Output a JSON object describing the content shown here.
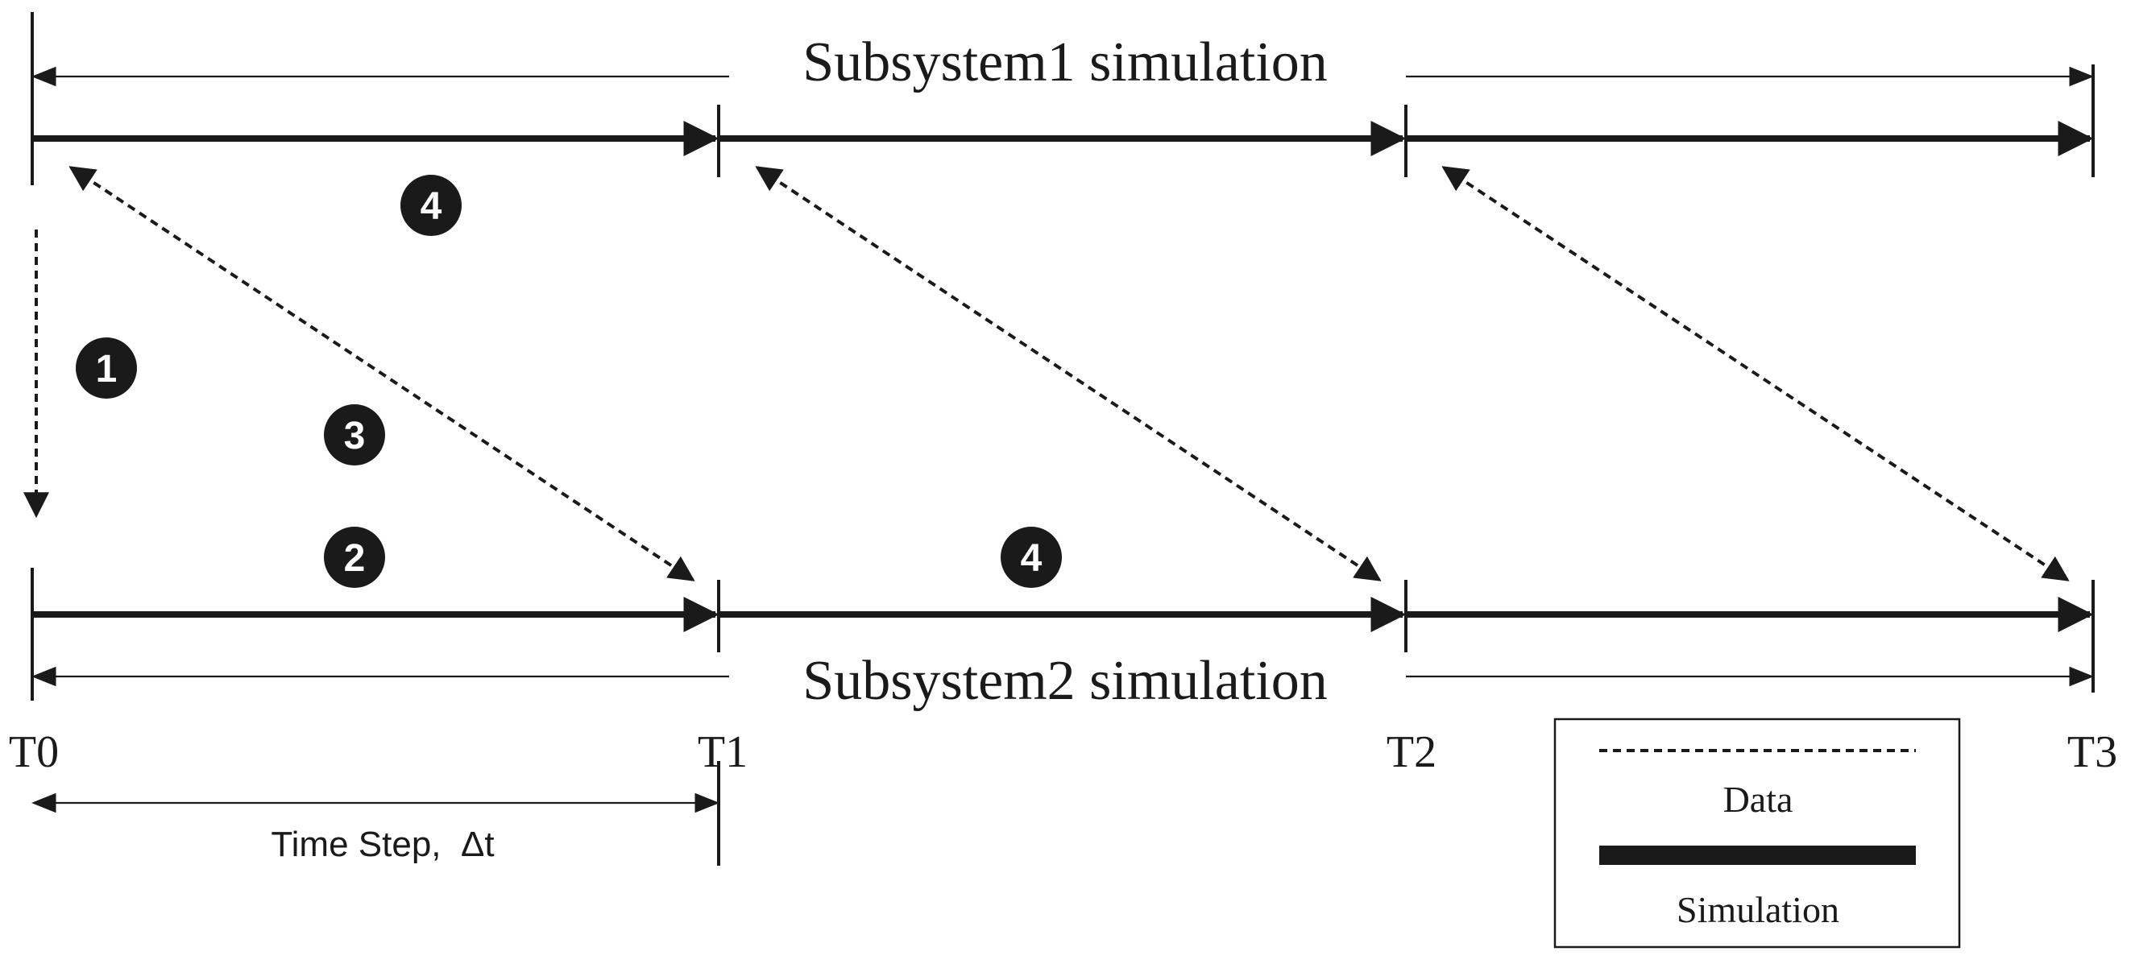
{
  "title_subsystem1": "Subsystem1 simulation",
  "title_subsystem2": "Subsystem2 simulation",
  "time_labels": [
    "T0",
    "T1",
    "T2",
    "T3"
  ],
  "time_step_label": "Time Step,  Δt",
  "steps": {
    "step1": "1",
    "step2": "2",
    "step3": "3",
    "step4_top": "4",
    "step4_bottom": "4"
  },
  "legend": {
    "data_label": "Data",
    "simulation_label": "Simulation"
  },
  "colors": {
    "ink": "#1a1a1a",
    "background": "#ffffff"
  }
}
